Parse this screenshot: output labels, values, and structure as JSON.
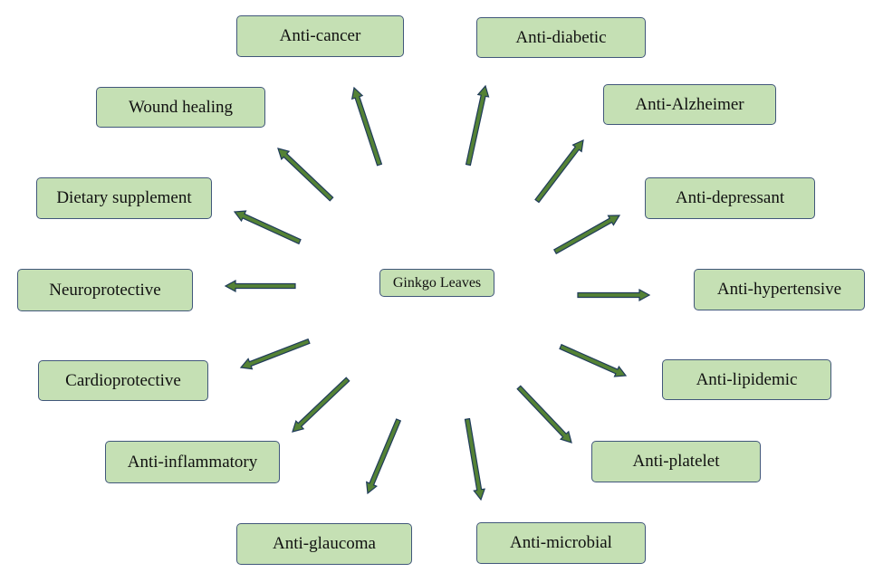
{
  "center": {
    "label": "Ginkgo Leaves"
  },
  "effects": [
    {
      "id": "anti-cancer",
      "label": "Anti-cancer"
    },
    {
      "id": "anti-diabetic",
      "label": "Anti-diabetic"
    },
    {
      "id": "wound-healing",
      "label": "Wound healing"
    },
    {
      "id": "anti-alzheimer",
      "label": "Anti-Alzheimer"
    },
    {
      "id": "dietary-supplement",
      "label": "Dietary supplement"
    },
    {
      "id": "anti-depressant",
      "label": "Anti-depressant"
    },
    {
      "id": "neuroprotective",
      "label": "Neuroprotective"
    },
    {
      "id": "anti-hypertensive",
      "label": "Anti-hypertensive"
    },
    {
      "id": "cardioprotective",
      "label": "Cardioprotective"
    },
    {
      "id": "anti-lipidemic",
      "label": "Anti-lipidemic"
    },
    {
      "id": "anti-inflammatory",
      "label": "Anti-inflammatory"
    },
    {
      "id": "anti-platelet",
      "label": "Anti-platelet"
    },
    {
      "id": "anti-glaucoma",
      "label": "Anti-glaucoma"
    },
    {
      "id": "anti-microbial",
      "label": "Anti-microbial"
    }
  ],
  "colors": {
    "box_fill": "#c5e0b4",
    "box_border": "#41577a",
    "arrow_fill": "#548235",
    "arrow_outline": "#1f3b5a"
  }
}
